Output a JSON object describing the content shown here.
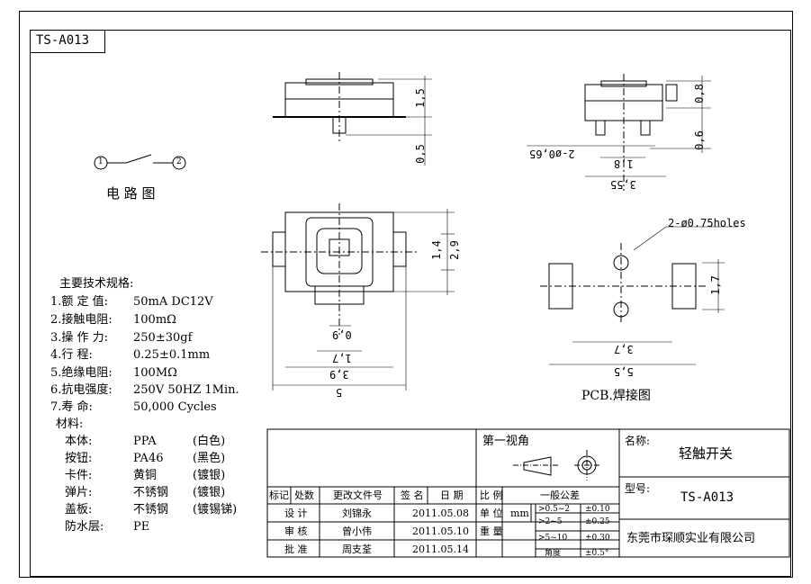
{
  "drawing_no": "TS-A013",
  "circuit": {
    "title": "电 路 图",
    "pin1": "1",
    "pin2": "2"
  },
  "pcb_title": "PCB.焊接图",
  "dims": {
    "side_h": "1,5",
    "side_lead": "0,5",
    "end_top": "0,8",
    "end_right": "0,6",
    "pin_dia": "2-ø0,65",
    "pin_pitch": "1,8",
    "end_w": "3,55",
    "top_h_inner": "1,4",
    "top_h": "2,9",
    "act_w": "0,9",
    "stem_w": "1,7",
    "body_w": "3,9",
    "total_w": "5",
    "holes": "2-ø0.75holes",
    "pcb_v": "1,7",
    "pcb_inner": "3,7",
    "pcb_outer": "5,5"
  },
  "specs": {
    "title": "主要技术规格:",
    "items": [
      {
        "label": "1.额 定 值:",
        "value": "50mA DC12V"
      },
      {
        "label": "2.接触电阻:",
        "value": "100mΩ"
      },
      {
        "label": "3.操 作 力:",
        "value": "250±30gf"
      },
      {
        "label": "4.行    程:",
        "value": "0.25±0.1mm"
      },
      {
        "label": "5.绝缘电阻:",
        "value": "100MΩ"
      },
      {
        "label": "6.抗电强度:",
        "value": "250V 50HZ 1Min."
      },
      {
        "label": "7.寿    命:",
        "value": "50,000 Cycles"
      }
    ]
  },
  "materials": {
    "title": "材料:",
    "rows": [
      {
        "part": "本体:",
        "material": "PPA",
        "note": "(白色)"
      },
      {
        "part": "按钮:",
        "material": "PA46",
        "note": "(黑色)"
      },
      {
        "part": "卡件:",
        "material": "黄铜",
        "note": "(镀银)"
      },
      {
        "part": "弹片:",
        "material": "不锈钢",
        "note": "(镀银)"
      },
      {
        "part": "盖板:",
        "material": "不锈钢",
        "note": "(镀锡锑)"
      },
      {
        "part": "防水层:",
        "material": "PE",
        "note": ""
      }
    ]
  },
  "title_block": {
    "first_angle": "第一视角",
    "name_label": "名称:",
    "name_value": "轻触开关",
    "model_label": "型号:",
    "model_value": "TS-A013",
    "company": "东莞市琛顺实业有限公司",
    "headers": [
      "标记",
      "处数",
      "更改文件号",
      "签 名",
      "日 期"
    ],
    "rows": [
      {
        "role": "设  计",
        "name": "刘锦永",
        "date": "2011.05.08"
      },
      {
        "role": "审  核",
        "name": "曾小伟",
        "date": "2011.05.10"
      },
      {
        "role": "批  准",
        "name": "周支荃",
        "date": "2011.05.14"
      }
    ],
    "scale_label": "比 例",
    "unit_label": "单 位",
    "unit_value": "mm",
    "weight_label": "重 量",
    "tol_title": "一般公差",
    "tolerances": [
      {
        "range": ">0.5~2",
        "tol": "±0.10"
      },
      {
        "range": ">2~5",
        "tol": "±0.25"
      },
      {
        "range": ">5~10",
        "tol": "±0.30"
      },
      {
        "range": "角度",
        "tol": "±0.5°"
      }
    ]
  }
}
